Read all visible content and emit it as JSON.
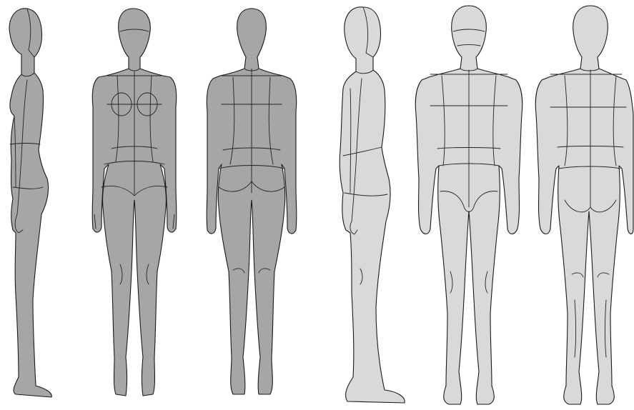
{
  "figures": [
    {
      "id": "female-side",
      "gender": "female",
      "view": "side",
      "fill": "#a6a6a6"
    },
    {
      "id": "female-front",
      "gender": "female",
      "view": "front",
      "fill": "#a6a6a6"
    },
    {
      "id": "female-back",
      "gender": "female",
      "view": "back",
      "fill": "#a6a6a6"
    },
    {
      "id": "male-side",
      "gender": "male",
      "view": "side",
      "fill": "#d9d9d9"
    },
    {
      "id": "male-front",
      "gender": "male",
      "view": "front",
      "fill": "#d9d9d9"
    },
    {
      "id": "male-back",
      "gender": "male",
      "view": "back",
      "fill": "#d9d9d9"
    }
  ],
  "colors": {
    "background": "#ffffff",
    "female_fill": "#a6a6a6",
    "male_fill": "#d9d9d9",
    "outline": "#1a1a1a"
  }
}
